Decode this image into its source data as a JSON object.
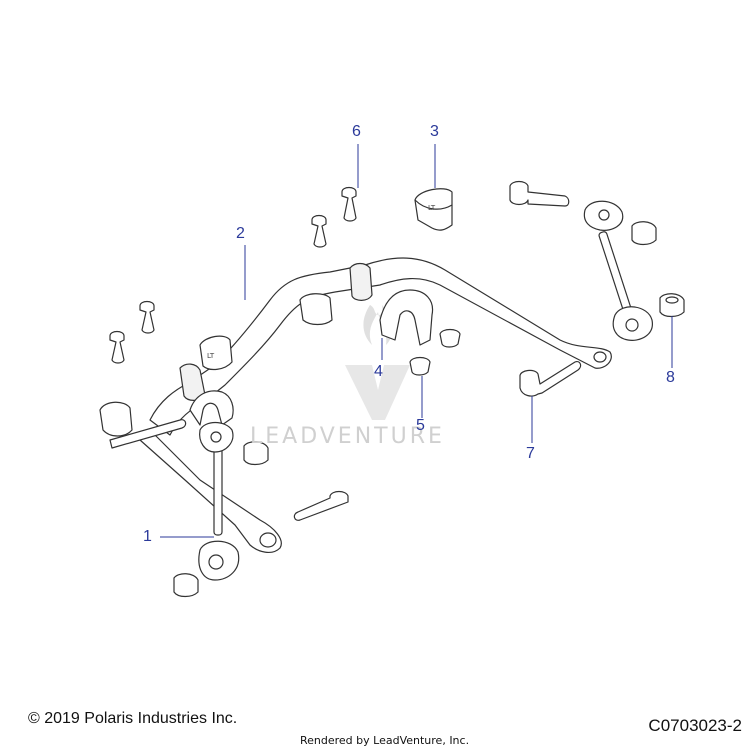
{
  "callouts": [
    {
      "id": "1",
      "label": "1"
    },
    {
      "id": "2",
      "label": "2"
    },
    {
      "id": "3",
      "label": "3"
    },
    {
      "id": "4",
      "label": "4"
    },
    {
      "id": "5",
      "label": "5"
    },
    {
      "id": "6",
      "label": "6"
    },
    {
      "id": "7",
      "label": "7"
    },
    {
      "id": "8",
      "label": "8"
    }
  ],
  "bushing_mark": "LT",
  "watermark": {
    "text": "LEADVENTURE",
    "logo": "leadventure-v-logo"
  },
  "footer": {
    "copyright": "© 2019 Polaris Industries Inc.",
    "rendered_by": "Rendered by LeadVenture, Inc.",
    "diagram_code": "C0703023-2"
  },
  "colors": {
    "callout": "#2b3a9a",
    "line": "#333333"
  }
}
